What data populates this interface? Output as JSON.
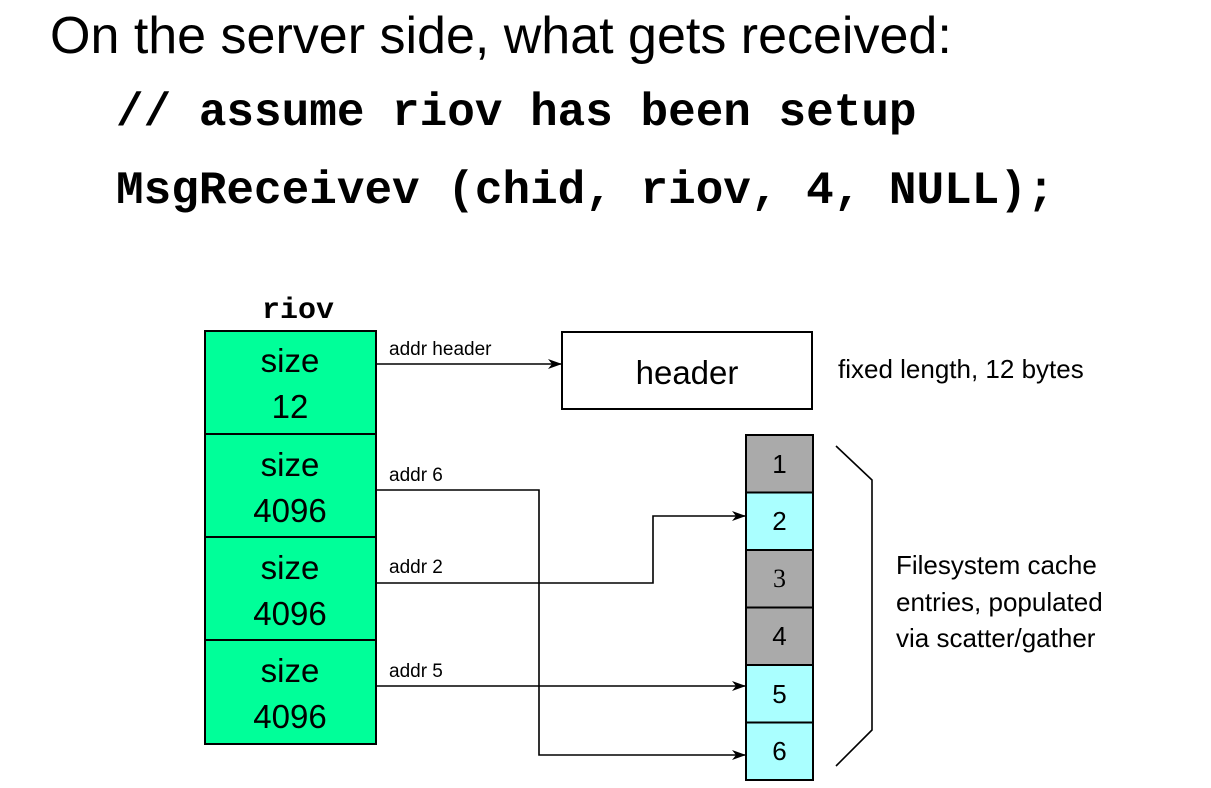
{
  "slide": {
    "title": "On the server side, what gets received:",
    "code_comment": "// assume riov has been setup",
    "code_call": "MsgReceivev (chid, riov, 4, NULL);"
  },
  "diagram": {
    "riov_label": "riov",
    "colors": {
      "riov_fill": "#00ff99",
      "cache_used": "#aaffff",
      "cache_unused": "#aaaaaa",
      "stroke": "#000000"
    },
    "riov_entries": [
      {
        "size_label": "size",
        "size_value": "12",
        "addr_label": "addr header"
      },
      {
        "size_label": "size",
        "size_value": "4096",
        "addr_label": "addr 6"
      },
      {
        "size_label": "size",
        "size_value": "4096",
        "addr_label": "addr 2"
      },
      {
        "size_label": "size",
        "size_value": "4096",
        "addr_label": "addr 5"
      }
    ],
    "header_box": "header",
    "header_note": "fixed length, 12 bytes",
    "cache_entries": [
      {
        "label": "1",
        "used": false
      },
      {
        "label": "2",
        "used": true
      },
      {
        "label": "3",
        "used": false
      },
      {
        "label": "4",
        "used": false
      },
      {
        "label": "5",
        "used": true
      },
      {
        "label": "6",
        "used": true
      }
    ],
    "cache_description": [
      "Filesystem cache",
      "entries, populated",
      "via scatter/gather"
    ]
  }
}
